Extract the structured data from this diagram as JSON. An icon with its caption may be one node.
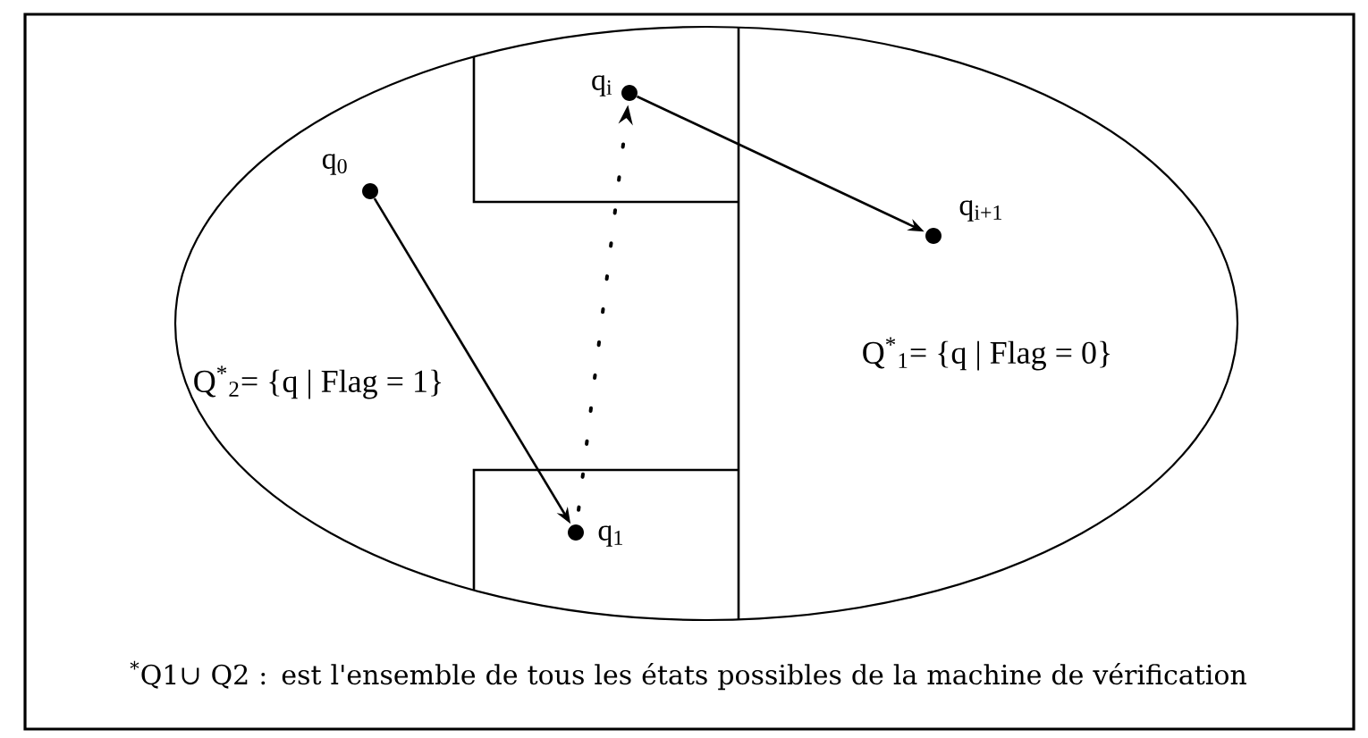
{
  "diagram": {
    "caption": "$^{*}$Q1∪ Q2 : est l'ensemble de tous les états possibles de la machine de vérification",
    "nodes": [
      {
        "text": [
          "q$_{0}$"
        ]
      },
      {
        "text": [
          "q$_{1}$"
        ]
      },
      {
        "text": [
          "q$_{i}$"
        ]
      },
      {
        "text": [
          "q$_{i+1}$"
        ]
      }
    ],
    "edges": [
      {
        "from": 0,
        "to": 1,
        "arrow": "to"
      },
      {
        "from": 1,
        "to": 2,
        "arrow": "to",
        "style": "dashed"
      },
      {
        "from": 2,
        "to": 3,
        "arrow": "to"
      }
    ],
    "labels": [
      "Q$^{*}$$_{2}$= {q | Flag = 1}",
      "Q$^{*}$$_{1}$= {q | Flag = 0}"
    ]
  }
}
